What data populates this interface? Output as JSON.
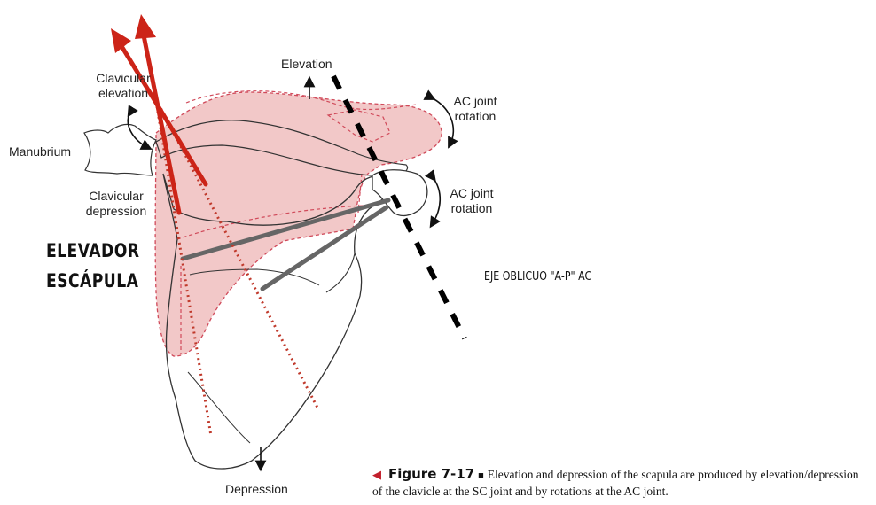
{
  "labels": {
    "clavicular_elevation": "Clavicular elevation",
    "manubrium": "Manubrium",
    "clavicular_depression": "Clavicular depression",
    "elevation": "Elevation",
    "ac_joint_rotation_top": "AC joint rotation",
    "ac_joint_rotation_side": "AC joint rotation",
    "depression": "Depression"
  },
  "overlay": {
    "muscle_label_line1": "ELEVADOR",
    "muscle_label_line2": "ESCÁPULA",
    "axis_label": "EJE OBLICUO \"A-P\" AC"
  },
  "caption": {
    "figure": "Figure 7-17",
    "separator": "■",
    "text": "Elevation and depression of the scapula are produced by elevation/depression of the clavicle at the SC joint and by rotations at the AC joint."
  },
  "colors": {
    "red_arrow": "#cc2418",
    "dotted_red": "#c0392b",
    "pink_fill": "#f2c8c8",
    "pink_dash": "#d04a5a",
    "axis_black": "#000000",
    "gray_line": "#666666",
    "caption_triangle": "#c2202c"
  }
}
